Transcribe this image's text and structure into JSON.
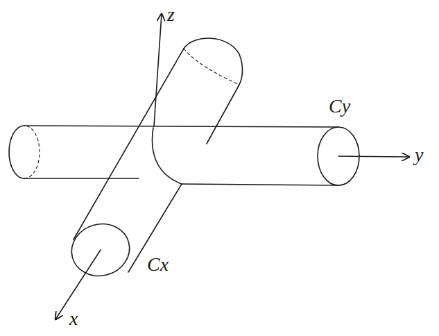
{
  "diagram": {
    "labels": [
      "z",
      "Cy",
      "y",
      "Cx",
      "x"
    ]
  }
}
